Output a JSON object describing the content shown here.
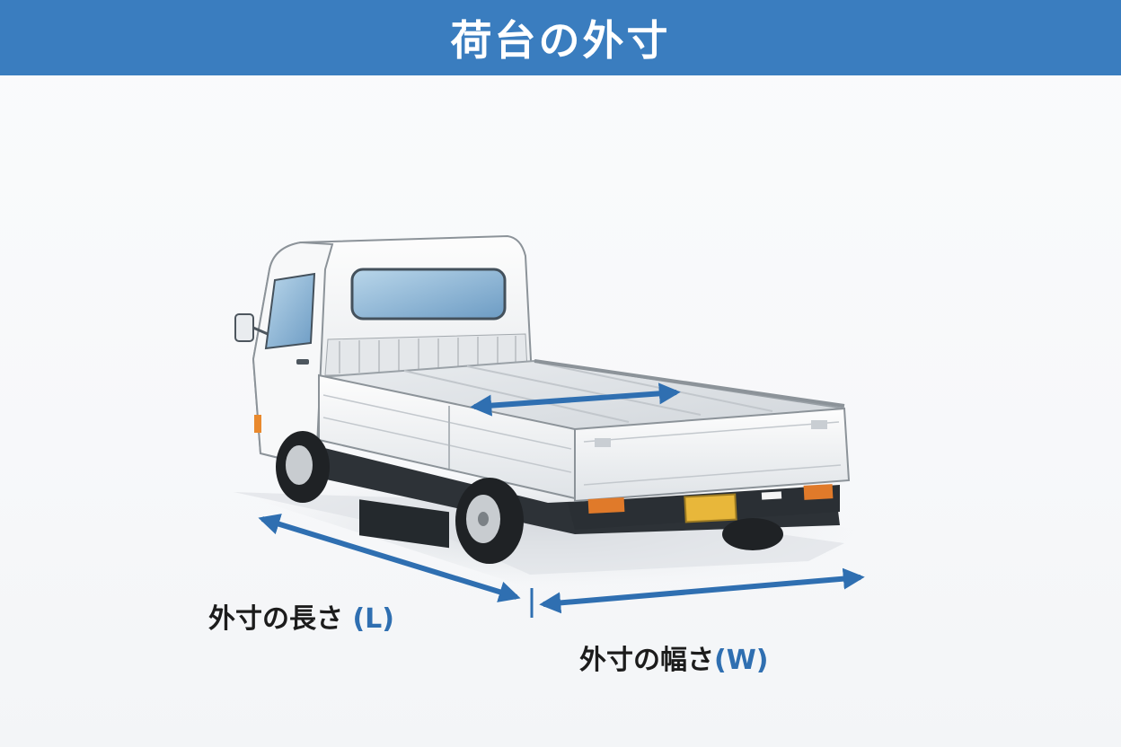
{
  "header": {
    "title": "荷台の外寸"
  },
  "labels": {
    "length_text": "外寸の長さ",
    "length_symbol": "(L)",
    "width_text": "外寸の幅さ",
    "width_symbol": "(W)"
  },
  "colors": {
    "header_bg": "#3a7dbf",
    "arrow": "#2f6fb1",
    "truck_body": "#f4f5f6",
    "label_text": "#1c1c1c"
  },
  "icons": {
    "truck": "flatbed-truck-illustration"
  }
}
